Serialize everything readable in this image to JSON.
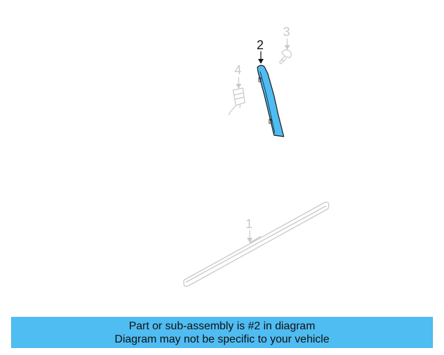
{
  "diagram": {
    "callouts": [
      {
        "id": "1",
        "label": "1",
        "highlighted": false
      },
      {
        "id": "2",
        "label": "2",
        "highlighted": true
      },
      {
        "id": "3",
        "label": "3",
        "highlighted": false
      },
      {
        "id": "4",
        "label": "4",
        "highlighted": false
      }
    ],
    "highlight_color": "#4fbcf2",
    "faded_color": "#c8c8c8"
  },
  "banner": {
    "line1": "Part or sub-assembly is #2 in diagram",
    "line2": "Diagram may not be specific to your vehicle",
    "background": "#4fbcf2"
  }
}
